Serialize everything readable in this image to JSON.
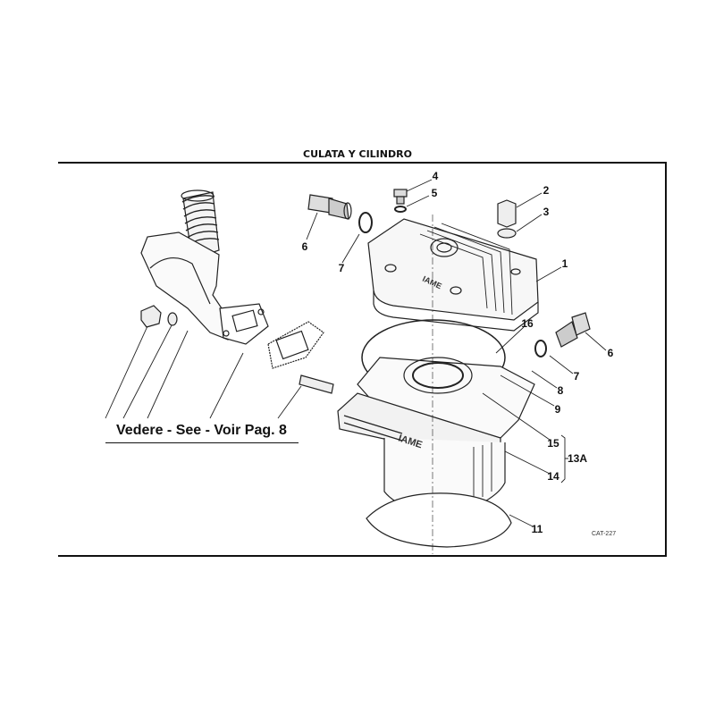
{
  "title": "CULATA Y CILINDRO",
  "see_reference": "Vedere - See - Voir Pag. 8",
  "catalog_code": "CAT-227",
  "brand_mark": "IAME",
  "callouts": [
    "1",
    "2",
    "3",
    "4",
    "5",
    "6",
    "7",
    "6",
    "7",
    "8",
    "9",
    "11",
    "13A",
    "14",
    "15",
    "16"
  ]
}
